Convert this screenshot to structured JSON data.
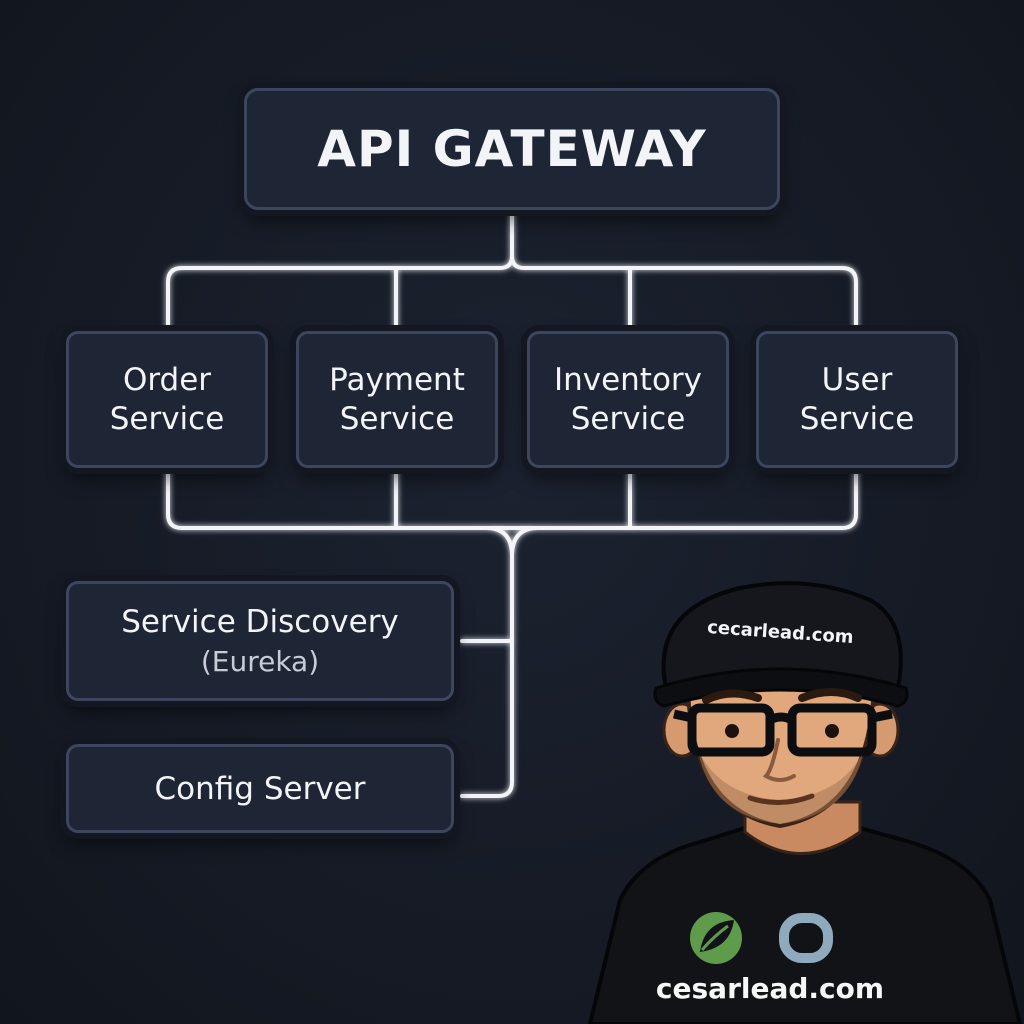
{
  "diagram": {
    "gateway": {
      "label": "API GATEWAY"
    },
    "services": [
      {
        "line1": "Order",
        "line2": "Service"
      },
      {
        "line1": "Payment",
        "line2": "Service"
      },
      {
        "line1": "Inventory",
        "line2": "Service"
      },
      {
        "line1": "User",
        "line2": "Service"
      }
    ],
    "discovery": {
      "label": "Service Discovery",
      "sub": "(Eureka)"
    },
    "config": {
      "label": "Config Server"
    }
  },
  "avatar": {
    "cap_text": "cecarlead.com",
    "shirt_text": "cesarlead.com",
    "shirt_logos": [
      "spring-leaf-icon",
      "ring-o-icon"
    ]
  },
  "colors": {
    "background": "#161b26",
    "box_fill": "#1e2535",
    "box_border": "#3c465c",
    "connector": "#f2f4f8",
    "text": "#f2f4f8",
    "spring_green": "#5e9b4b",
    "ring_blue": "#8fa9bd"
  }
}
